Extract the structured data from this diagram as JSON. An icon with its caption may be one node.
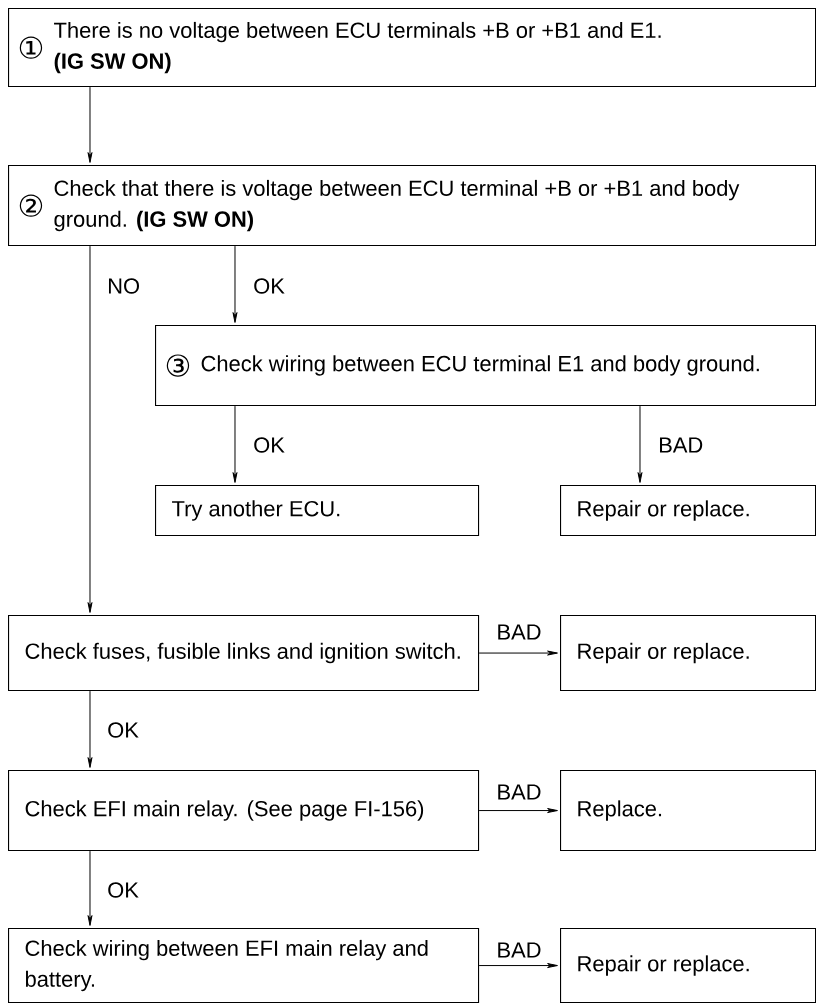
{
  "diagram": {
    "nodes": [
      {
        "text": [
          "①",
          "There is no voltage between ECU terminals +B or +B1 and E1.",
          "(IG SW ON)"
        ]
      },
      {
        "text": [
          "②",
          "Check that there is voltage between ECU terminal +B or +B1 and body ground. **(IG SW ON)**"
        ]
      },
      {
        "text": [
          "③",
          "Check wiring between ECU terminal E1 and body ground."
        ]
      },
      {
        "text": [
          "Try another ECU."
        ]
      },
      {
        "text": [
          "Repair or replace."
        ]
      },
      {
        "text": [
          "Check fuses, fusible links and ignition switch."
        ]
      },
      {
        "text": [
          "Repair or replace."
        ]
      },
      {
        "text": [
          "Check EFI main relay. (See page FI-156)"
        ]
      },
      {
        "text": [
          "Replace."
        ]
      },
      {
        "text": [
          "Check wiring between EFI main relay and battery."
        ]
      },
      {
        "text": [
          "Repair or replace."
        ]
      }
    ],
    "edges": [
      {
        "from": 0,
        "to": 1,
        "arrow": "to"
      },
      {
        "from": 1,
        "to": 5,
        "arrow": "to",
        "label": "NO"
      },
      {
        "from": 1,
        "to": 2,
        "arrow": "to",
        "label": "OK"
      },
      {
        "from": 2,
        "to": 3,
        "arrow": "to",
        "label": "OK"
      },
      {
        "from": 2,
        "to": 4,
        "arrow": "to",
        "label": "BAD"
      },
      {
        "from": 5,
        "to": 6,
        "arrow": "to",
        "label": "BAD"
      },
      {
        "from": 5,
        "to": 7,
        "arrow": "to",
        "label": "OK"
      },
      {
        "from": 7,
        "to": 8,
        "arrow": "to",
        "label": "BAD"
      },
      {
        "from": 7,
        "to": 9,
        "arrow": "to",
        "label": "OK"
      },
      {
        "from": 9,
        "to": 10,
        "arrow": "to",
        "label": "BAD"
      }
    ]
  }
}
